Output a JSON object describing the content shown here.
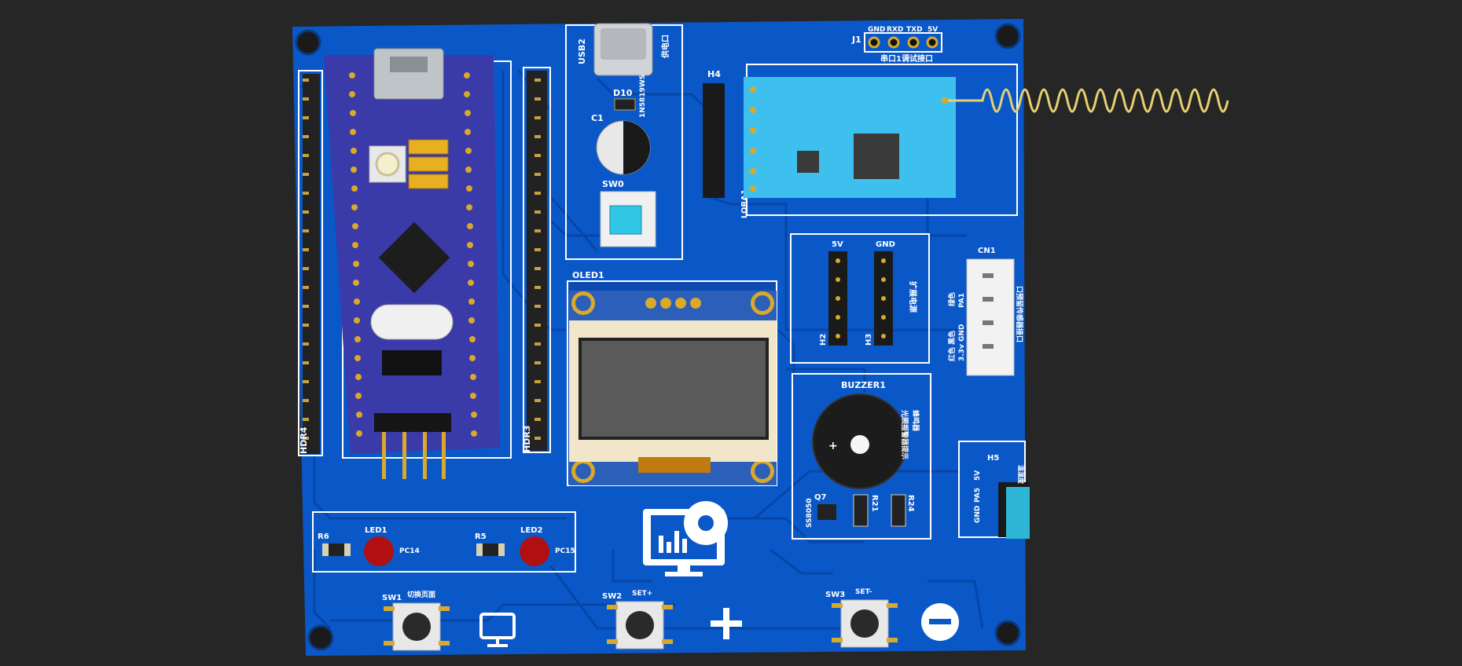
{
  "colors": {
    "background": "#262626",
    "pcb": "#0a58c8",
    "pcb_trace": "#0648a8",
    "silkscreen": "#ffffff",
    "mcu_board": "#3a3aa8",
    "gold": "#d8a92a",
    "led_red": "#b01010",
    "oled_frame": "#f1e6c9",
    "lora_module": "#3ec0ee",
    "switch_blue": "#32c6e6"
  },
  "labels": {
    "j1": "J1",
    "j1_pins": [
      "GND",
      "RXD",
      "TXD",
      "5V"
    ],
    "j1_caption": "串口1调试接口",
    "usb2": "USB2",
    "usb_caption": "供电口",
    "d10": "D10",
    "d10_part": "1N5819WS",
    "c1": "C1",
    "sw0": "SW0",
    "h4": "H4",
    "lora1": "LORA1",
    "hdr4": "HDR4",
    "hdr3": "HDR3",
    "oled1": "OLED1",
    "h2_top": "5V",
    "h3_top": "GND",
    "h2": "H2",
    "h3": "H3",
    "expansion_caption": "扩展电源",
    "cn1": "CN1",
    "cn1_green": "绿色",
    "cn1_pa1": "PA1",
    "cn1_red_black": "红色 黑色",
    "cn1_power": "3.3v GND",
    "cn1_caption": "口预留传感器接口",
    "buzzer1": "BUZZER1",
    "buzzer_caption1": "蜂鸣器",
    "buzzer_caption2": "光照报警器提示",
    "q7": "Q7",
    "q7_part": "SS8050",
    "r21": "R21",
    "r24": "R24",
    "h5": "H5",
    "h5_5v": "5V",
    "h5_pa5": "PA5",
    "h5_gnd": "GND",
    "h5_caption": "温湿度",
    "r6": "R6",
    "led1": "LED1",
    "pc14": "PC14",
    "r5": "R5",
    "led2": "LED2",
    "pc15": "PC15",
    "sw1": "SW1",
    "sw1_caption": "切换页面",
    "sw2": "SW2",
    "sw2_caption": "SET+",
    "sw3": "SW3",
    "sw3_caption": "SET-"
  },
  "icons": {
    "monitor_gear": "monitor-gear-icon",
    "monitor": "monitor-icon",
    "plus": "plus-icon",
    "minus": "minus-circle-icon"
  }
}
